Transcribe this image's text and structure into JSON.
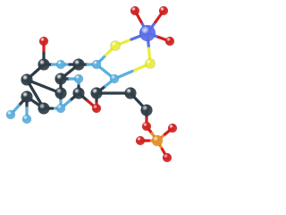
{
  "figure": {
    "kind": "ball-and-stick molecular model",
    "element_colors": {
      "C": "#2e3d47",
      "N": "#5ab0e0",
      "O": "#d42020",
      "S": "#e8ee3c",
      "P": "#e8902a",
      "metal": "#5a6ee8"
    },
    "atoms": [
      {
        "id": "O1",
        "element": "O"
      },
      {
        "id": "C1",
        "element": "C"
      },
      {
        "id": "N1",
        "element": "N"
      },
      {
        "id": "C2",
        "element": "C"
      },
      {
        "id": "N2",
        "element": "N"
      },
      {
        "id": "S1",
        "element": "S"
      },
      {
        "id": "M1",
        "element": "metal"
      },
      {
        "id": "O2",
        "element": "O"
      },
      {
        "id": "O3",
        "element": "O"
      },
      {
        "id": "O4",
        "element": "O"
      },
      {
        "id": "S2",
        "element": "S"
      },
      {
        "id": "N3",
        "element": "N"
      },
      {
        "id": "C3",
        "element": "C"
      },
      {
        "id": "C4",
        "element": "C"
      },
      {
        "id": "C5",
        "element": "C"
      },
      {
        "id": "C6",
        "element": "C"
      },
      {
        "id": "C7",
        "element": "C"
      },
      {
        "id": "N4",
        "element": "N"
      },
      {
        "id": "C8",
        "element": "C"
      },
      {
        "id": "C9",
        "element": "C"
      },
      {
        "id": "N5",
        "element": "N"
      },
      {
        "id": "N6",
        "element": "N"
      },
      {
        "id": "O5",
        "element": "O"
      },
      {
        "id": "C10",
        "element": "C"
      },
      {
        "id": "C11",
        "element": "C"
      },
      {
        "id": "O6",
        "element": "O"
      },
      {
        "id": "P1",
        "element": "P"
      },
      {
        "id": "O7",
        "element": "O"
      },
      {
        "id": "O8",
        "element": "O"
      },
      {
        "id": "O9",
        "element": "O"
      },
      {
        "id": "H1",
        "element": "N"
      }
    ],
    "bonds": [
      [
        "O1",
        "C1"
      ],
      [
        "C1",
        "N1"
      ],
      [
        "N1",
        "C2"
      ],
      [
        "C2",
        "N2"
      ],
      [
        "N2",
        "S1"
      ],
      [
        "S1",
        "M1"
      ],
      [
        "M1",
        "O2"
      ],
      [
        "M1",
        "O3"
      ],
      [
        "M1",
        "O4"
      ],
      [
        "M1",
        "S2"
      ],
      [
        "S2",
        "N3"
      ],
      [
        "C1",
        "C3"
      ],
      [
        "C3",
        "C4"
      ],
      [
        "C4",
        "C5"
      ],
      [
        "C5",
        "H1"
      ],
      [
        "C3",
        "C6"
      ],
      [
        "C6",
        "C7"
      ],
      [
        "C7",
        "C2"
      ],
      [
        "C6",
        "N4"
      ],
      [
        "N4",
        "C4"
      ],
      [
        "C7",
        "N6"
      ],
      [
        "N6",
        "C8"
      ],
      [
        "C8",
        "N4"
      ],
      [
        "C8",
        "O5"
      ],
      [
        "O5",
        "C9"
      ],
      [
        "C9",
        "N3"
      ],
      [
        "N3",
        "N2"
      ],
      [
        "C9",
        "C10"
      ],
      [
        "C10",
        "C11"
      ],
      [
        "C11",
        "O6"
      ],
      [
        "O6",
        "P1"
      ],
      [
        "P1",
        "O7"
      ],
      [
        "P1",
        "O8"
      ],
      [
        "P1",
        "O9"
      ],
      [
        "C5",
        "N5"
      ]
    ]
  }
}
